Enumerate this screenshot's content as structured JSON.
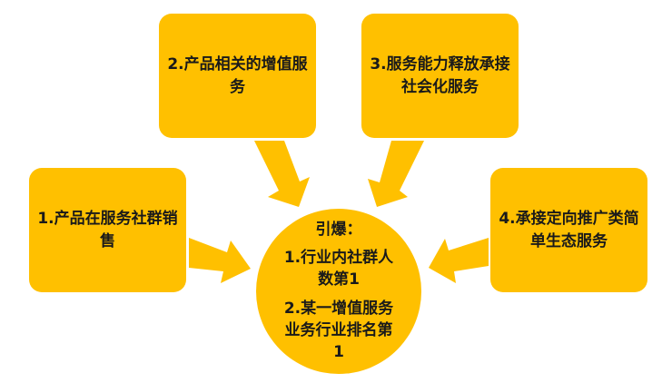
{
  "colors": {
    "fill": "#FFC000",
    "text": "#1a1a1a"
  },
  "boxes": [
    {
      "label": "1.产品在服务社群销售"
    },
    {
      "label": "2.产品相关的增值服务"
    },
    {
      "label": "3.服务能力释放承接社会化服务"
    },
    {
      "label": "4.承接定向推广类简单生态服务"
    }
  ],
  "center": {
    "title": "引爆：",
    "items": [
      "1.行业内社群人数第1",
      "2.某一增值服务业务行业排名第1"
    ]
  }
}
